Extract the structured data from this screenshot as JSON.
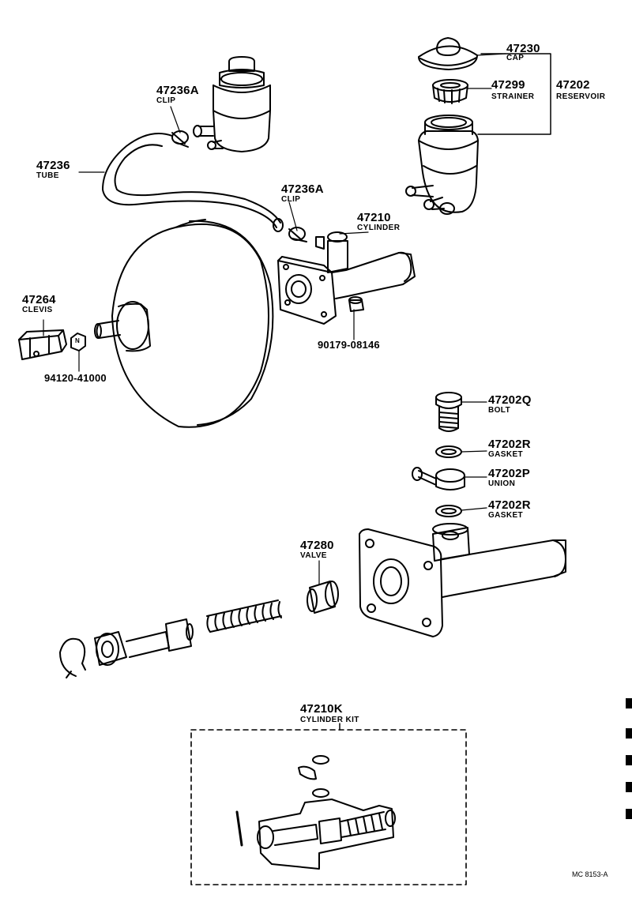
{
  "diagram": {
    "parts": [
      {
        "id": "p47230",
        "number": "47230",
        "name": "CAP"
      },
      {
        "id": "p47299",
        "number": "47299",
        "name": "STRAINER"
      },
      {
        "id": "p47202",
        "number": "47202",
        "name": "RESERVOIR"
      },
      {
        "id": "p47236A_1",
        "number": "47236A",
        "name": "CLIP"
      },
      {
        "id": "p47236",
        "number": "47236",
        "name": "TUBE"
      },
      {
        "id": "p47236A_2",
        "number": "47236A",
        "name": "CLIP"
      },
      {
        "id": "p47210",
        "number": "47210",
        "name": "CYLINDER"
      },
      {
        "id": "p47264",
        "number": "47264",
        "name": "CLEVIS"
      },
      {
        "id": "p90179",
        "number": "90179-08146",
        "name": ""
      },
      {
        "id": "p94120",
        "number": "94120-41000",
        "name": ""
      },
      {
        "id": "p47202Q",
        "number": "47202Q",
        "name": "BOLT"
      },
      {
        "id": "p47202R_1",
        "number": "47202R",
        "name": "GASKET"
      },
      {
        "id": "p47202P",
        "number": "47202P",
        "name": "UNION"
      },
      {
        "id": "p47202R_2",
        "number": "47202R",
        "name": "GASKET"
      },
      {
        "id": "p47280",
        "number": "47280",
        "name": "VALVE"
      },
      {
        "id": "p47210K",
        "number": "47210K",
        "name": "CYLINDER KIT"
      }
    ],
    "nut_marker": "N",
    "reference": "MC  8153-A"
  }
}
